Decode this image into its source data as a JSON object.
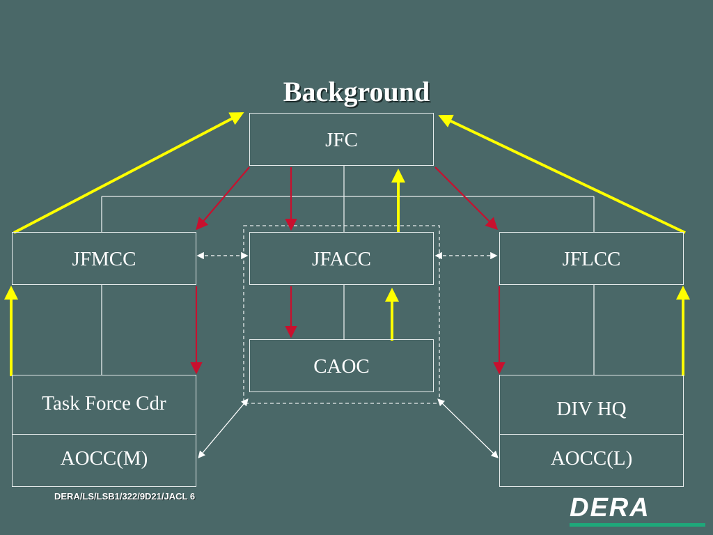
{
  "slide": {
    "title": "Background",
    "footer_code": "DERA/LS/LSB1/322/9D21/JACL 6",
    "logo_text": "DERA"
  },
  "nodes": {
    "jfc": "JFC",
    "jfmcc": "JFMCC",
    "jfacc": "JFACC",
    "jflcc": "JFLCC",
    "caoc": "CAOC",
    "task_force_cdr": "Task Force Cdr",
    "aocc_m": "AOCC(M)",
    "div_hq": "DIV HQ",
    "aocc_l": "AOCC(L)"
  },
  "colors": {
    "background": "#4a6868",
    "box_border": "#e6ecec",
    "command_arrow": "#c8102e",
    "report_arrow": "#ffff00",
    "liaison_arrow": "#ffffff",
    "logo_accent": "#1ea87a"
  }
}
